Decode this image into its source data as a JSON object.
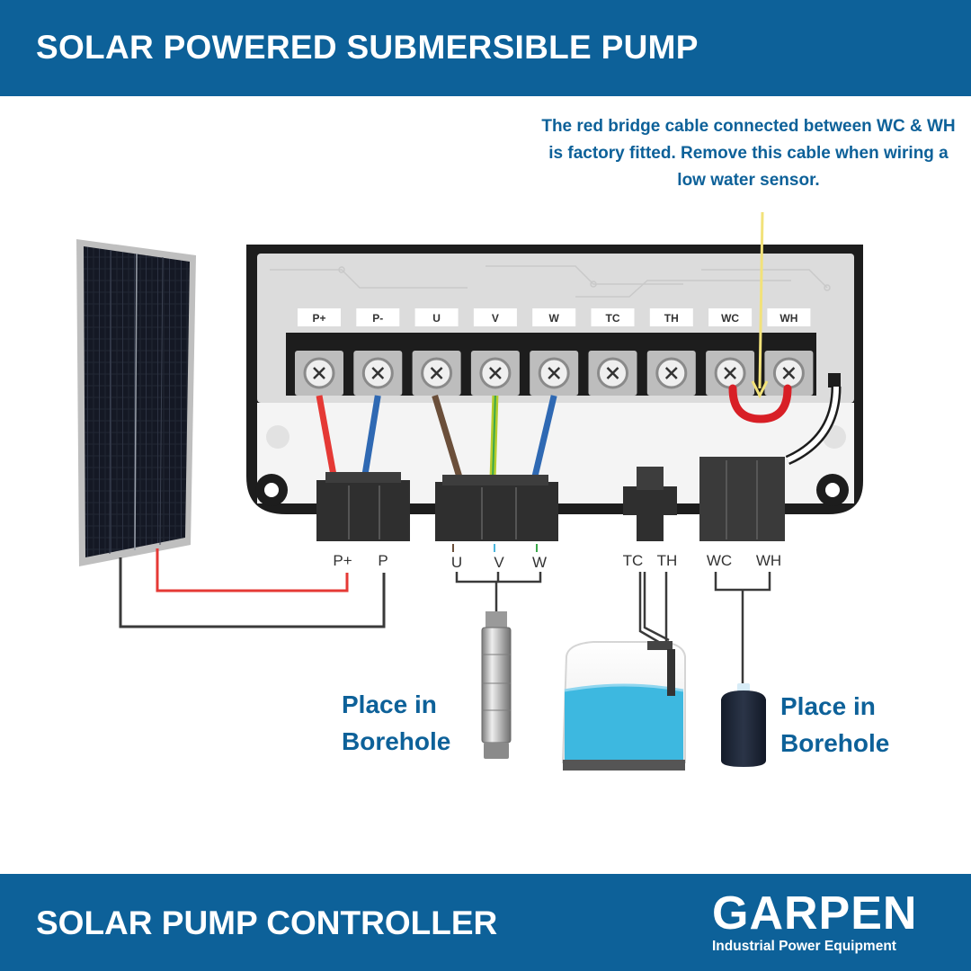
{
  "header": {
    "title": "SOLAR POWERED SUBMERSIBLE PUMP"
  },
  "note": {
    "text": "The red bridge cable connected between WC & WH is factory fitted. Remove this cable when wiring a low water sensor."
  },
  "terminals": [
    {
      "label": "P+",
      "wire": "#e53935"
    },
    {
      "label": "P-",
      "wire": "#2f69b3"
    },
    {
      "label": "U",
      "wire": "#6b4f3a"
    },
    {
      "label": "V",
      "wire": "#b5cc2e"
    },
    {
      "label": "W",
      "wire": "#2f69b3"
    },
    {
      "label": "TC",
      "wire": ""
    },
    {
      "label": "TH",
      "wire": ""
    },
    {
      "label": "WC",
      "wire": ""
    },
    {
      "label": "WH",
      "wire": ""
    }
  ],
  "wire_labels": {
    "p_plus": "P+",
    "p_minus": "P",
    "u": "U",
    "v": "V",
    "w": "W",
    "tc": "TC",
    "th": "TH",
    "wc": "WC",
    "wh": "WH"
  },
  "labels": {
    "pump_place_line1": "Place in",
    "pump_place_line2": "Borehole",
    "sensor_place_line1": "Place in",
    "sensor_place_line2": "Borehole"
  },
  "footer": {
    "title": "SOLAR PUMP CONTROLLER",
    "brand": "GARPEN",
    "tagline": "Industrial Power Equipment"
  },
  "colors": {
    "brand_blue": "#0d6199",
    "bridge_red": "#d81f26",
    "pointer_yellow": "#f2e27a",
    "water": "#3db8e0"
  }
}
